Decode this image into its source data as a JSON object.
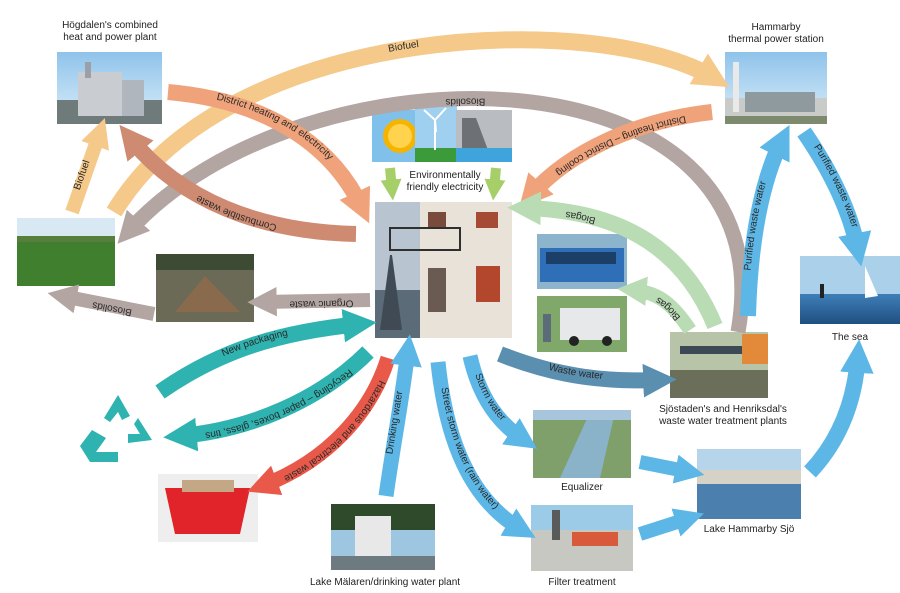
{
  "nodes": {
    "hogdalen": "Högdalen's combined\nheat and power plant",
    "hammarby": "Hammarby\nthermal power station",
    "electricity": "Environmentally\nfriendly electricity",
    "sea": "The sea",
    "treatment": "Sjöstaden's and Henriksdal's\nwaste water treatment plants",
    "equalizer": "Equalizer",
    "lake_hammarby": "Lake Hammarby Sjö",
    "filter": "Filter treatment",
    "malaren": "Lake Mälaren/drinking water plant"
  },
  "flows": {
    "biofuel_top": "Biofuel",
    "biosolids_top": "Biosolids",
    "district_heating_electricity": "District heating and electricity",
    "district_heating_cooling": "District heating – District cooling",
    "combustible_waste": "Combustible waste",
    "biofuel_left": "Biofuel",
    "biogas_1": "Biogas",
    "biogas_2": "Biogas",
    "organic_waste": "Organic waste",
    "biosolids_left": "Biosolids",
    "new_packaging": "New packaging",
    "recycling": "Recycling – paper boxes, glass, tins",
    "hazardous": "Hazardous and electrical waste",
    "drinking_water": "Drinking water",
    "street_storm_water": "Street storm water (rain water)",
    "storm_water": "Storm water",
    "waste_water": "Waste water",
    "purified_waste_water_1": "Purified waste water",
    "purified_waste_water_2": "Purified waste water"
  },
  "colors": {
    "biofuel": "#f5c98a",
    "biosolids": "#b3a5a2",
    "district": "#f0a37a",
    "biogas": "#b9dcb5",
    "organic": "#b3a5a2",
    "teal": "#2fb3b0",
    "hazard": "#e8594a",
    "water": "#5db7e6",
    "waste_water": "#5a8fb0"
  },
  "icons": {
    "recycle": "recycle-icon"
  }
}
